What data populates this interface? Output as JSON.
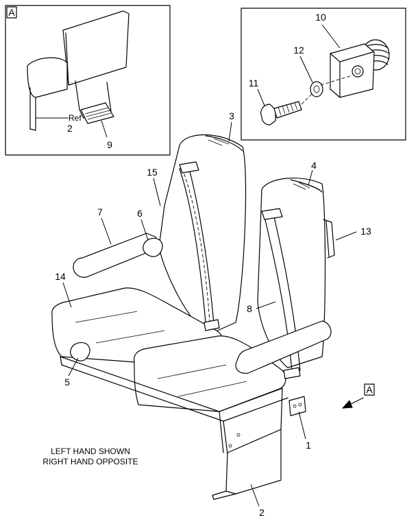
{
  "view_label": "A",
  "detail_a": {
    "box_label": "A",
    "ref_label": "Ref",
    "ref_number": "2",
    "callout_9": "9"
  },
  "detail_hw": {
    "callout_10": "10",
    "callout_11": "11",
    "callout_12": "12"
  },
  "callouts": {
    "c1": "1",
    "c2": "2",
    "c3": "3",
    "c4": "4",
    "c5": "5",
    "c6": "6",
    "c7": "7",
    "c8": "8",
    "c13": "13",
    "c14": "14",
    "c15": "15"
  },
  "note": {
    "line1": "LEFT HAND SHOWN",
    "line2": "RIGHT HAND OPPOSITE"
  }
}
